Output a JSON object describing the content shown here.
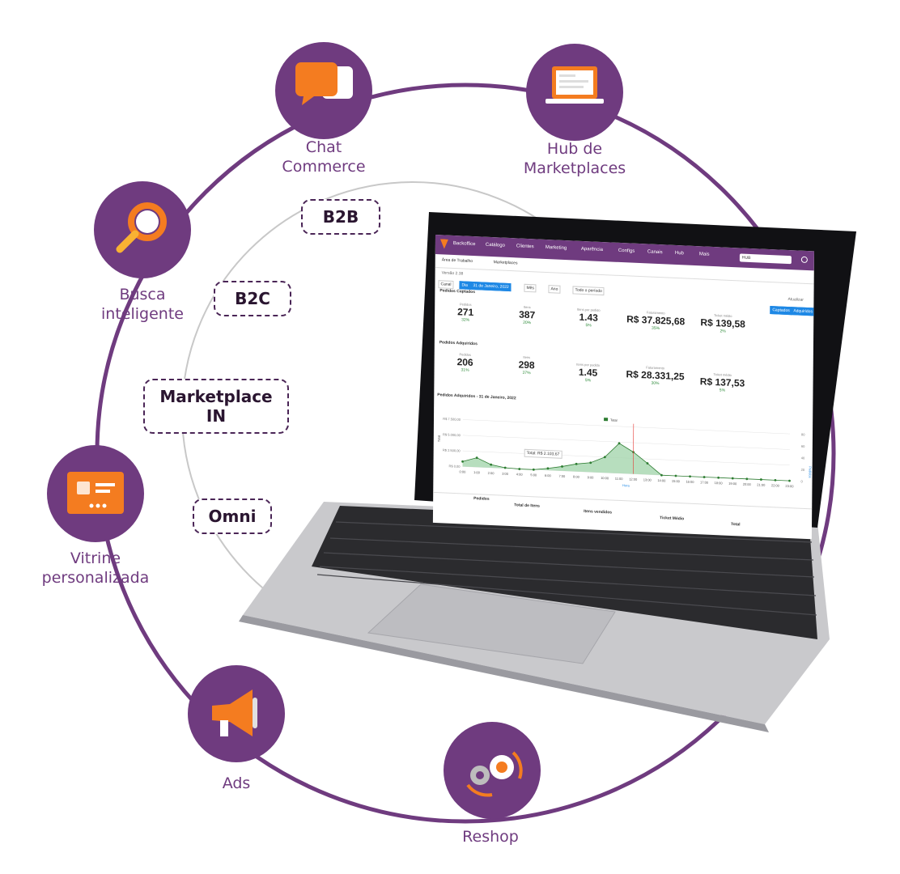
{
  "features": [
    {
      "id": "chat",
      "label_line1": "Chat",
      "label_line2": "Commerce",
      "icon": "chat-bubbles-icon"
    },
    {
      "id": "hub",
      "label_line1": "Hub de",
      "label_line2": "Marketplaces",
      "icon": "laptop-window-icon"
    },
    {
      "id": "busca",
      "label_line1": "Busca",
      "label_line2": "inteligente",
      "icon": "magnifier-icon"
    },
    {
      "id": "vitrine",
      "label_line1": "Vitrine",
      "label_line2": "personalizada",
      "icon": "storefront-card-icon"
    },
    {
      "id": "ads",
      "label_line1": "Ads",
      "label_line2": "",
      "icon": "megaphone-icon"
    },
    {
      "id": "reshop",
      "label_line1": "Reshop",
      "label_line2": "",
      "icon": "gears-cycle-icon"
    }
  ],
  "channels": [
    {
      "line1": "B2B",
      "line2": ""
    },
    {
      "line1": "B2C",
      "line2": ""
    },
    {
      "line1": "Marketplace",
      "line2": "IN"
    },
    {
      "line1": "Omni",
      "line2": ""
    }
  ],
  "colors": {
    "brand": "#6f3b7f",
    "accent": "#f47c20",
    "up": "#2e8b3a",
    "chart_fill": "#9fd3a8",
    "chart_line": "#2e7d32"
  },
  "dashboard": {
    "nav": [
      "Backoffice",
      "Catálogo",
      "Clientes",
      "Marketing",
      "Aparência",
      "Configs",
      "Canais",
      "Hub",
      "Mais"
    ],
    "hub_select": "HUB",
    "tabs": [
      "Área de Trabalho",
      "Marketplaces"
    ],
    "version": "Versão 2.38",
    "filters": {
      "canal": "Canal",
      "dia": "Dia",
      "date": "31 de Janeiro, 2022",
      "mes": "Mês",
      "ano": "Ano",
      "todo": "Todo o período"
    },
    "atualizar": "Atualizar",
    "toggle": [
      "Captados",
      "Adquiridos"
    ],
    "captados_title": "Pedidos Captados",
    "captados": [
      {
        "label": "Pedidos",
        "value": "271",
        "pct": "32%"
      },
      {
        "label": "Itens",
        "value": "387",
        "pct": "20%"
      },
      {
        "label": "Itens por pedido",
        "value": "1.43",
        "pct": "5%"
      },
      {
        "label": "Faturamento",
        "value": "R$ 37.825,68",
        "pct": "35%"
      },
      {
        "label": "Ticket médio",
        "value": "R$ 139,58",
        "pct": "2%"
      }
    ],
    "adquiridos_title": "Pedidos Adquiridos",
    "adquiridos": [
      {
        "label": "Pedidos",
        "value": "206",
        "pct": "31%"
      },
      {
        "label": "Itens",
        "value": "298",
        "pct": "37%"
      },
      {
        "label": "Itens por pedido",
        "value": "1.45",
        "pct": "5%"
      },
      {
        "label": "Faturamento",
        "value": "R$ 28.331,25",
        "pct": "30%"
      },
      {
        "label": "Ticket médio",
        "value": "R$ 137,53",
        "pct": "5%"
      }
    ],
    "chart_title": "Pedidos Adquiridos - 31 de Janeiro, 2022",
    "tooltip": "Total: R$ 2.103,67",
    "legend": "Total",
    "table_headers": [
      "Pedidos",
      "Total de Itens",
      "Itens vendidos",
      "Ticket Médio",
      "Total"
    ]
  },
  "chart_data": {
    "type": "area",
    "title": "Pedidos Adquiridos - 31 de Janeiro, 2022",
    "xlabel": "Hora",
    "ylabel": "Total",
    "y2label": "Pedidos",
    "x": [
      "0:00",
      "1:00",
      "2:00",
      "3:00",
      "4:00",
      "5:00",
      "6:00",
      "7:00",
      "8:00",
      "9:00",
      "10:00",
      "11:00",
      "12:00",
      "13:00",
      "14:00",
      "15:00",
      "16:00",
      "17:00",
      "18:00",
      "19:00",
      "20:00",
      "21:00",
      "22:00",
      "23:00"
    ],
    "y_ticks": [
      "R$ 7.500,00",
      "R$ 5.000,00",
      "R$ 2.500,00",
      "R$ 0,00"
    ],
    "y2_ticks": [
      "80",
      "60",
      "40",
      "20",
      "0"
    ],
    "ylim": [
      0,
      7500
    ],
    "series": [
      {
        "name": "Total",
        "values": [
          800,
          1500,
          500,
          100,
          0,
          0,
          300,
          700,
          1200,
          1500,
          2500,
          4800,
          3500,
          1800,
          0,
          0,
          0,
          0,
          0,
          0,
          0,
          0,
          0,
          0
        ]
      }
    ]
  }
}
